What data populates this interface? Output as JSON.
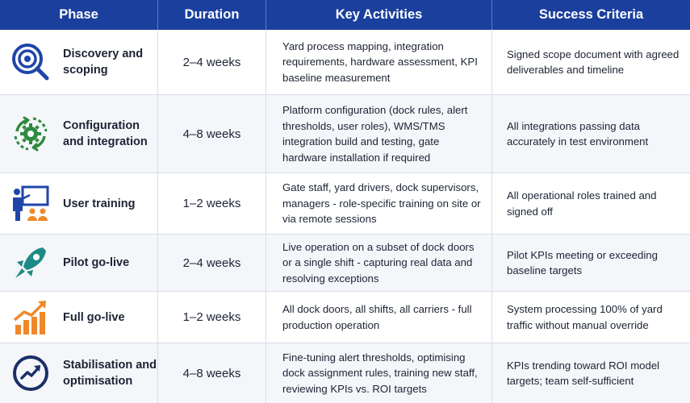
{
  "headers": {
    "phase": "Phase",
    "duration": "Duration",
    "activities": "Key Activities",
    "criteria": "Success Criteria"
  },
  "rows": [
    {
      "icon": "target-search-icon",
      "phase": "Discovery and scoping",
      "duration": "2–4 weeks",
      "activities": "Yard process mapping, integration requirements, hardware assessment, KPI baseline measurement",
      "criteria": "Signed scope document with agreed deliverables and timeline"
    },
    {
      "icon": "gear-cycle-icon",
      "phase": "Configuration and integration",
      "duration": "4–8 weeks",
      "activities": "Platform configuration (dock rules, alert thresholds, user roles), WMS/TMS integration build and testing, gate hardware installation if required",
      "criteria": "All integrations passing data accurately in test environment"
    },
    {
      "icon": "presentation-training-icon",
      "phase": "User training",
      "duration": "1–2 weeks",
      "activities": "Gate staff, yard drivers, dock supervisors, managers - role-specific training on site or via remote sessions",
      "criteria": "All operational roles trained and signed off"
    },
    {
      "icon": "rocket-icon",
      "phase": "Pilot go-live",
      "duration": "2–4 weeks",
      "activities": "Live operation on a subset of dock doors or a single shift - capturing real data and resolving exceptions",
      "criteria": "Pilot KPIs meeting or exceeding baseline targets"
    },
    {
      "icon": "growth-chart-icon",
      "phase": "Full go-live",
      "duration": "1–2 weeks",
      "activities": "All dock doors, all shifts, all carriers - full production operation",
      "criteria": "System processing 100% of yard traffic without manual override"
    },
    {
      "icon": "trend-circle-icon",
      "phase": "Stabilisation and optimisation",
      "duration": "4–8 weeks",
      "activities": "Fine-tuning alert thresholds, optimising dock assignment rules, training new staff, reviewing KPIs vs. ROI targets",
      "criteria": "KPIs trending toward ROI model targets; team self-sufficient"
    }
  ],
  "colors": {
    "header_bg": "#1a3f9c",
    "icon_blue": "#1f45a8",
    "icon_green": "#2e8b3e",
    "icon_teal": "#1d8a86",
    "icon_orange": "#f0882a",
    "icon_navy": "#1a2f66"
  }
}
